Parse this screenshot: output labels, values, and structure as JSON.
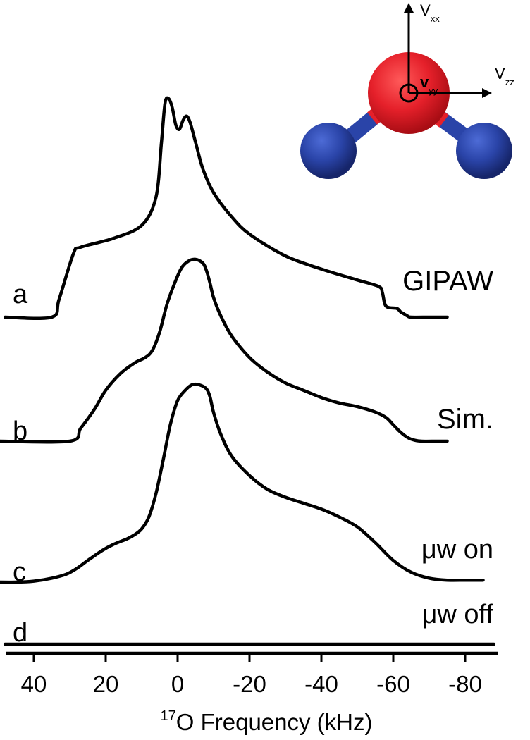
{
  "chart_data": {
    "type": "line",
    "title": "",
    "xlabel": "Frequency (kHz)",
    "xlabel_superscript": "17",
    "xlabel_element": "O",
    "ylabel": "",
    "xlim": [
      48,
      -88
    ],
    "x_reversed": true,
    "xticks": [
      40,
      20,
      0,
      -20,
      -40,
      -60,
      -80
    ],
    "xtick_labels": [
      "40",
      "20",
      "0",
      "-20",
      "-40",
      "-60",
      "-80"
    ],
    "grid": false,
    "series": [
      {
        "id": "a",
        "name": "GIPAW",
        "letter": "a",
        "x": [
          48,
          35,
          33,
          29,
          27,
          18,
          10,
          6,
          4.5,
          3.5,
          2.5,
          1.5,
          0.5,
          -0.5,
          -1.5,
          -2.5,
          -3.5,
          -5,
          -7,
          -10,
          -15,
          -20,
          -30,
          -40,
          -50,
          -56,
          -57,
          -58,
          -61,
          -62,
          -63,
          -64,
          -65,
          -70,
          -75
        ],
        "y": [
          0,
          0,
          0.08,
          0.29,
          0.32,
          0.36,
          0.42,
          0.55,
          0.8,
          0.98,
          1.0,
          0.96,
          0.88,
          0.86,
          0.9,
          0.92,
          0.89,
          0.8,
          0.68,
          0.57,
          0.46,
          0.38,
          0.28,
          0.22,
          0.17,
          0.14,
          0.11,
          0.05,
          0.04,
          0.025,
          0.015,
          0.005,
          0.0,
          0.0,
          0.0
        ]
      },
      {
        "id": "b",
        "name": "Sim.",
        "letter": "b",
        "x": [
          50,
          30,
          27,
          23,
          20,
          16,
          12,
          9,
          7,
          5,
          3,
          1,
          -1,
          -3,
          -5,
          -7,
          -8,
          -9,
          -10,
          -12,
          -15,
          -20,
          -25,
          -30,
          -35,
          -40,
          -45,
          -50,
          -55,
          -58,
          -60,
          -62,
          -64,
          -66,
          -68,
          -72,
          -75
        ],
        "y": [
          0,
          0,
          0.07,
          0.18,
          0.28,
          0.37,
          0.43,
          0.46,
          0.5,
          0.6,
          0.75,
          0.86,
          0.95,
          0.99,
          1.0,
          0.98,
          0.94,
          0.87,
          0.79,
          0.69,
          0.58,
          0.46,
          0.38,
          0.32,
          0.28,
          0.24,
          0.21,
          0.19,
          0.16,
          0.13,
          0.09,
          0.05,
          0.02,
          0.005,
          0.0,
          0.0,
          0.0
        ]
      },
      {
        "id": "c",
        "name": "μw on",
        "letter": "c",
        "x": [
          50,
          45,
          40,
          35,
          31,
          28,
          25,
          21,
          18,
          14,
          12,
          10,
          8,
          6,
          4,
          2,
          0,
          -2,
          -4,
          -6,
          -8,
          -9,
          -10,
          -12,
          -15,
          -20,
          -25,
          -30,
          -35,
          -40,
          -45,
          -50,
          -55,
          -60,
          -65,
          -70,
          -75,
          -80,
          -85
        ],
        "y": [
          0,
          0,
          0.005,
          0.02,
          0.04,
          0.07,
          0.11,
          0.16,
          0.19,
          0.22,
          0.24,
          0.27,
          0.33,
          0.45,
          0.62,
          0.8,
          0.92,
          0.97,
          1.0,
          1.0,
          0.98,
          0.94,
          0.86,
          0.75,
          0.64,
          0.54,
          0.47,
          0.43,
          0.4,
          0.37,
          0.33,
          0.28,
          0.2,
          0.11,
          0.05,
          0.02,
          0.01,
          0.01,
          0.01
        ]
      },
      {
        "id": "d",
        "name": "μw off",
        "letter": "d",
        "x": [
          48,
          -88
        ],
        "y": [
          0,
          0
        ]
      }
    ],
    "inset": {
      "description_labels": [
        "V",
        "V",
        "v",
        "V"
      ],
      "vxx_main": "V",
      "vxx_sub": "xx",
      "vyy_main": "v",
      "vyy_sub": "yy",
      "vzz_main": "V",
      "vzz_sub": "zz",
      "colors": {
        "oxygen": "#e5202a",
        "hydrogen": "#2a44a8",
        "bond_o": "#e5202a",
        "bond_h": "#2a44a8"
      }
    }
  }
}
